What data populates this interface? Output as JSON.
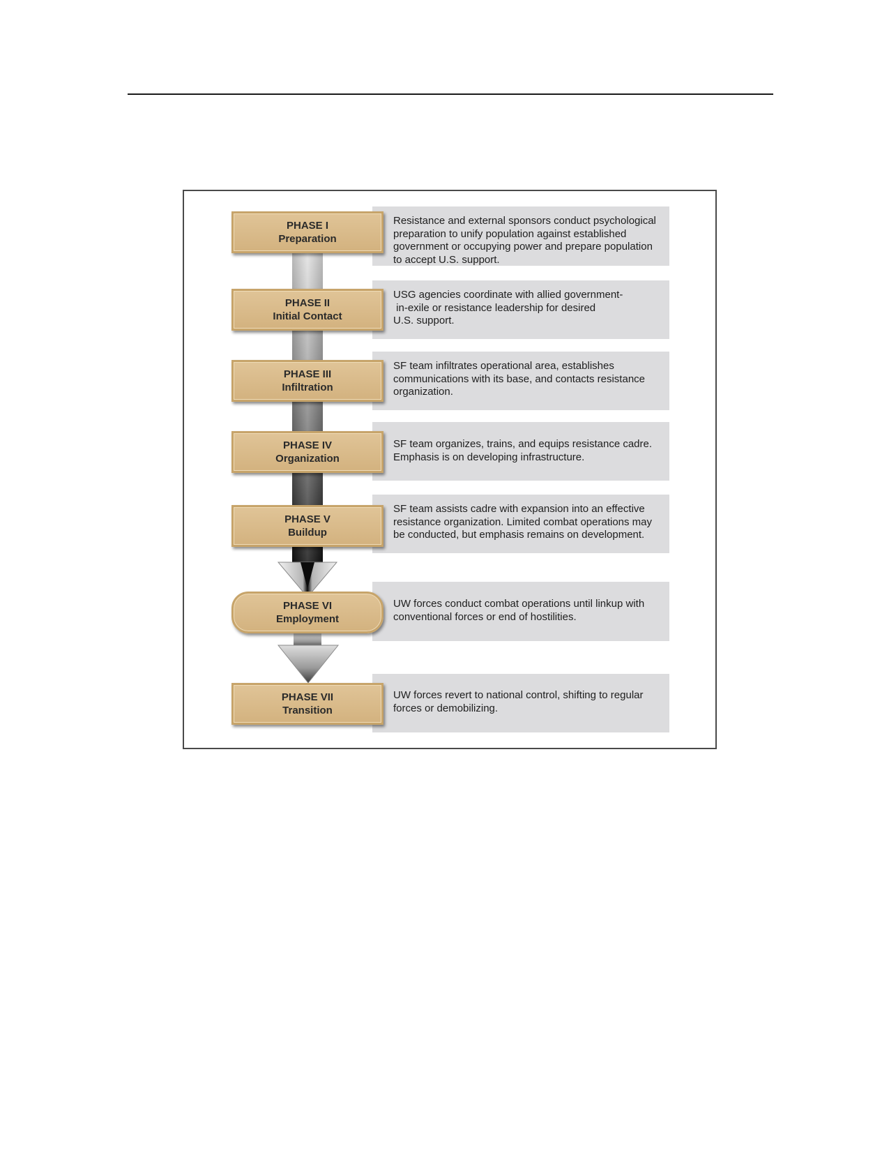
{
  "phases": [
    {
      "number": "PHASE I",
      "name": "Preparation",
      "description": [
        "Resistance and external sponsors conduct psychological",
        "preparation to unify population against established",
        "government or occupying power and prepare population",
        "to accept U.S. support."
      ]
    },
    {
      "number": "PHASE II",
      "name": "Initial Contact",
      "description": [
        "USG agencies coordinate with allied government-",
        " in-exile or resistance leadership for desired",
        "U.S. support."
      ]
    },
    {
      "number": "PHASE III",
      "name": "Infiltration",
      "description": [
        "SF team infiltrates operational area, establishes",
        "communications with its base, and contacts resistance",
        "organization."
      ]
    },
    {
      "number": "PHASE IV",
      "name": "Organization",
      "description": [
        "SF team organizes, trains, and equips resistance cadre.",
        "Emphasis is on developing infrastructure."
      ]
    },
    {
      "number": "PHASE V",
      "name": "Buildup",
      "description": [
        "SF team assists cadre with expansion into an effective",
        "resistance organization. Limited combat operations may",
        "be conducted, but emphasis remains on development."
      ]
    },
    {
      "number": "PHASE VI",
      "name": "Employment",
      "description": [
        "UW forces conduct combat operations until linkup with",
        "conventional forces or end of hostilities."
      ]
    },
    {
      "number": "PHASE VII",
      "name": "Transition",
      "description": [
        "UW forces revert to national control, shifting to regular",
        "forces or demobilizing."
      ]
    }
  ],
  "colors": {
    "phase_box": "#dcbd8c",
    "phase_border": "#c7a46a",
    "description_panel": "#dcdcde",
    "arrow_light": "#e2e2e2",
    "arrow_dark": "#111111"
  }
}
